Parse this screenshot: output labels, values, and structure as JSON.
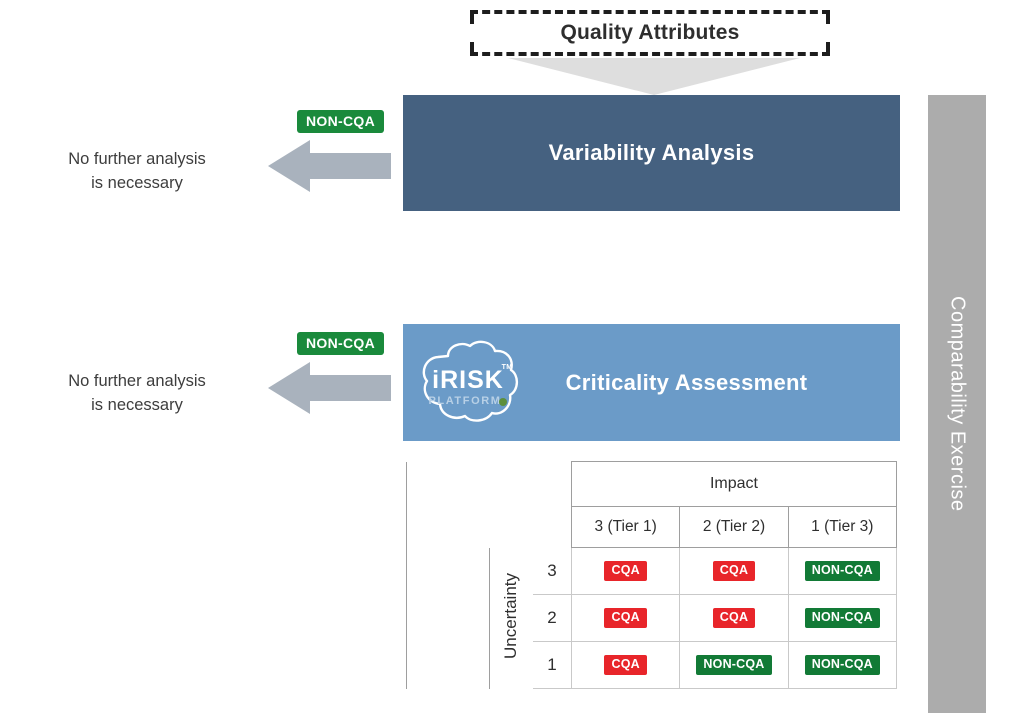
{
  "header": {
    "quality_attributes_label": "Quality Attributes"
  },
  "stages": [
    {
      "title": "Variability Analysis",
      "tag": "NON-CQA",
      "caption_line1": "No further analysis",
      "caption_line2": "is necessary",
      "color": "#456180"
    },
    {
      "title": "Criticality Assessment",
      "tag": "NON-CQA",
      "caption_line1": "No further analysis",
      "caption_line2": "is necessary",
      "color": "#6b9bc8",
      "logo": {
        "name": "irisk-platform-logo",
        "wordmark": "iRISK",
        "subtitle": "PLATFORM",
        "trademark": "TM"
      }
    }
  ],
  "side_bar": {
    "label": "Comparability Exercise",
    "color": "#acacac"
  },
  "matrix": {
    "impact_header": "Impact",
    "uncertainty_header": "Uncertainty",
    "impact_columns": [
      "3 (Tier 1)",
      "2 (Tier 2)",
      "1 (Tier 3)"
    ],
    "uncertainty_rows": [
      "3",
      "2",
      "1"
    ],
    "cells": [
      [
        "CQA",
        "CQA",
        "NON-CQA"
      ],
      [
        "CQA",
        "CQA",
        "NON-CQA"
      ],
      [
        "CQA",
        "NON-CQA",
        "NON-CQA"
      ]
    ],
    "colors": {
      "cqa": "#e8252a",
      "non_cqa": "#127a36"
    }
  }
}
